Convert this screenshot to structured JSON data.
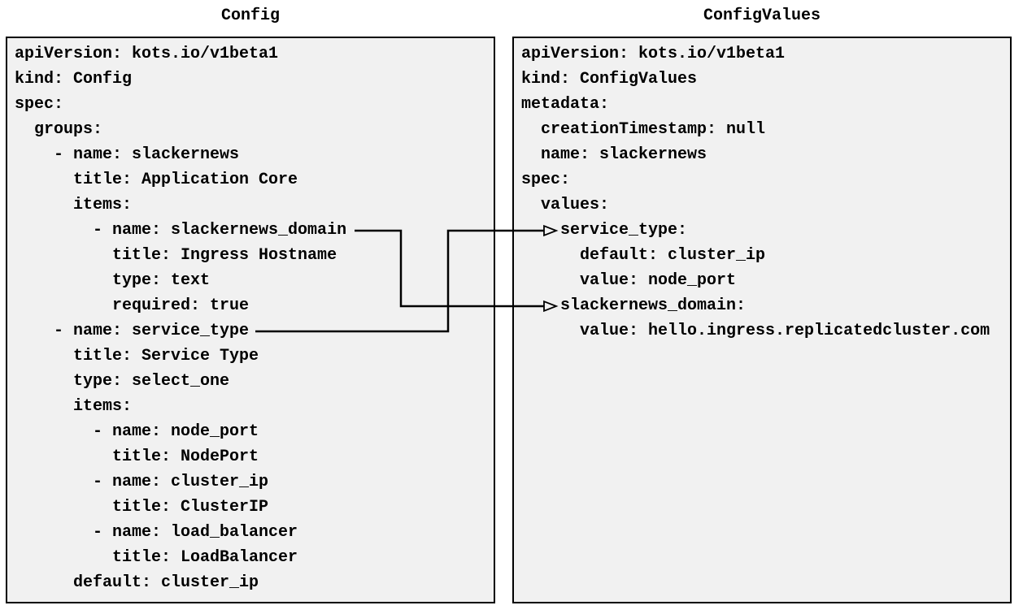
{
  "colors": {
    "page_background": "#ffffff",
    "panel_background": "#f1f1f1",
    "panel_border": "#000000",
    "text": "#000000",
    "arrow": "#000000"
  },
  "config_panel": {
    "title": "Config",
    "yaml_lines": [
      "apiVersion: kots.io/v1beta1",
      "kind: Config",
      "spec:",
      "  groups:",
      "    - name: slackernews",
      "      title: Application Core",
      "      items:",
      "        - name: slackernews_domain",
      "          title: Ingress Hostname",
      "          type: text",
      "          required: true",
      "    - name: service_type",
      "      title: Service Type",
      "      type: select_one",
      "      items:",
      "        - name: node_port",
      "          title: NodePort",
      "        - name: cluster_ip",
      "          title: ClusterIP",
      "        - name: load_balancer",
      "          title: LoadBalancer",
      "      default: cluster_ip"
    ]
  },
  "configvalues_panel": {
    "title": "ConfigValues",
    "yaml_lines": [
      "apiVersion: kots.io/v1beta1",
      "kind: ConfigValues",
      "metadata:",
      "  creationTimestamp: null",
      "  name: slackernews",
      "spec:",
      "  values:",
      "    service_type:",
      "      default: cluster_ip",
      "      value: node_port",
      "    slackernews_domain:",
      "      value: hello.ingress.replicatedcluster.com"
    ]
  },
  "connections": [
    {
      "source": "Config item name: slackernews_domain",
      "target": "ConfigValues values key: slackernews_domain"
    },
    {
      "source": "Config item name: service_type",
      "target": "ConfigValues values key: service_type"
    }
  ]
}
